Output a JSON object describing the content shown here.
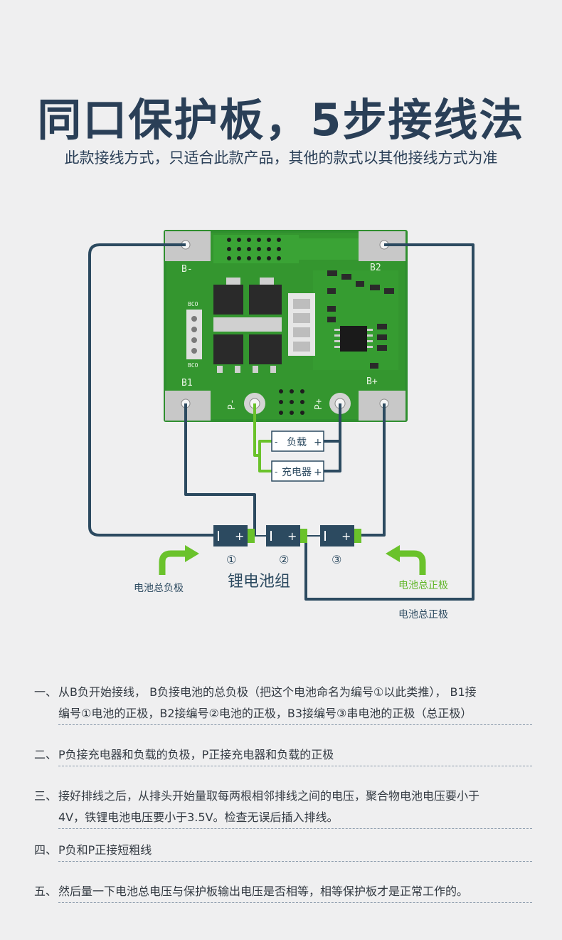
{
  "header": {
    "title": "同口保护板，5步接线法",
    "subtitle": "此款接线方式，只适合此款产品，其他的款式以其他接线方式为准"
  },
  "board": {
    "pad_labels": [
      "B-",
      "B2",
      "B1",
      "B+",
      "P-",
      "P+"
    ],
    "silk_codes": [
      "BCO",
      "BCO"
    ]
  },
  "loads": {
    "load_label": "负载",
    "charger_label": "充电器",
    "minus_sign": "-",
    "plus_sign": "+"
  },
  "battery": {
    "cells": [
      "①",
      "②",
      "③"
    ],
    "group_label": "锂电池组",
    "neg_label": "电池总负极",
    "pos_label_green": "电池总正极",
    "pos_label": "电池总正极"
  },
  "steps": [
    {
      "num": "一、",
      "lines": [
        "从B负开始接线， B负接电池的总负极（把这个电池命名为编号①以此类推），  B1接",
        "编号①电池的正极，B2接编号②电池的正极，B3接编号③串电池的正极（总正极）"
      ]
    },
    {
      "num": "二、",
      "lines": [
        "P负接充电器和负载的负极，P正接充电器和负载的正极"
      ]
    },
    {
      "num": "三、",
      "lines": [
        "接好排线之后，从排头开始量取每两根相邻排线之间的电压，聚合物电池电压要小于",
        "4V，铁锂电池电压要小于3.5V。检查无误后插入排线。"
      ]
    },
    {
      "num": "四、",
      "lines": [
        "P负和P正接短粗线"
      ]
    },
    {
      "num": "五、",
      "lines": [
        "然后量一下电池总电压与保护板输出电压是否相等，相等保护板才是正常工作的。"
      ]
    }
  ],
  "colors": {
    "wire": "#2c4a60",
    "green_wire": "#6ac22b",
    "pcb": "#2e8b2e",
    "title": "#2a3f57"
  }
}
